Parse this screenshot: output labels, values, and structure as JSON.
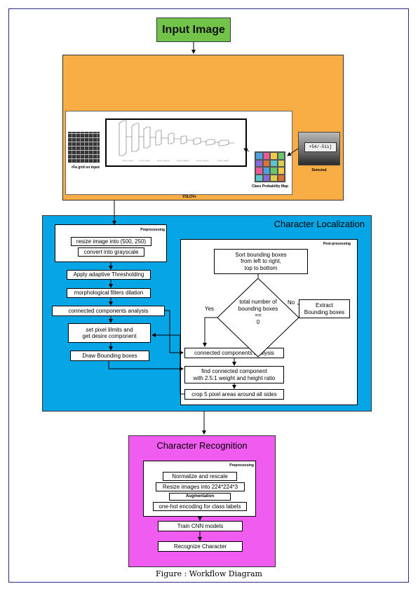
{
  "input": {
    "label": "Input Image"
  },
  "yolo": {
    "grid_label": "rFa grid on input",
    "footer": "YOLOV+",
    "class_map_label": "Class Probability Map",
    "detected_label": "Detected",
    "plate_text": "+54/-51ij",
    "cell_colors": [
      "#4aa3e0",
      "#e85a9a",
      "#f2c84a",
      "#69c66a",
      "#8a6ad8",
      "#e0703a",
      "#5ac8c8",
      "#d8d04a",
      "#e85a9a",
      "#4aa3e0",
      "#69c66a",
      "#f2c84a",
      "#5ac8c8",
      "#8a6ad8",
      "#d8d04a",
      "#e0703a"
    ]
  },
  "localization": {
    "title": "Character Localization",
    "preprocessing_label": "Preprocessing",
    "resize": "resize image into (500, 250)",
    "grayscale": "convert into grayscale",
    "threshold": "Apply adaptive Thresholding",
    "morph": "morphological filters dilation",
    "cca": "connected components analysis",
    "set_pixel": "set pixel lilmits and\nget desire component",
    "draw": "Draw Bounding boxes",
    "postprocessing_label": "Post-processing",
    "sort": "Sort bounding boxes\nfrom left to right,\ntop to bottom",
    "decision": "total number of\nbounding boxes\n==\n0",
    "yes": "Yes",
    "no": "No",
    "extract": "Extract\nBounding boxes",
    "cca2": "connected components analysis",
    "find": "find connected component\nwith 2.5:1 weight and height ratio",
    "crop": "crop 5 pixel areas around all sides"
  },
  "recognition": {
    "title": "Character Recognition",
    "preprocessing_label": "Preprocessing",
    "normalize": "Normalize and rescale",
    "resize": "Resize images into 224*224*3",
    "augmentation": "Augmentation",
    "onehot": "one-hot encoding for class labels",
    "train": "Train CNN models",
    "recognize": "Recognize Character"
  },
  "caption": "Figure : Workflow Diagram"
}
